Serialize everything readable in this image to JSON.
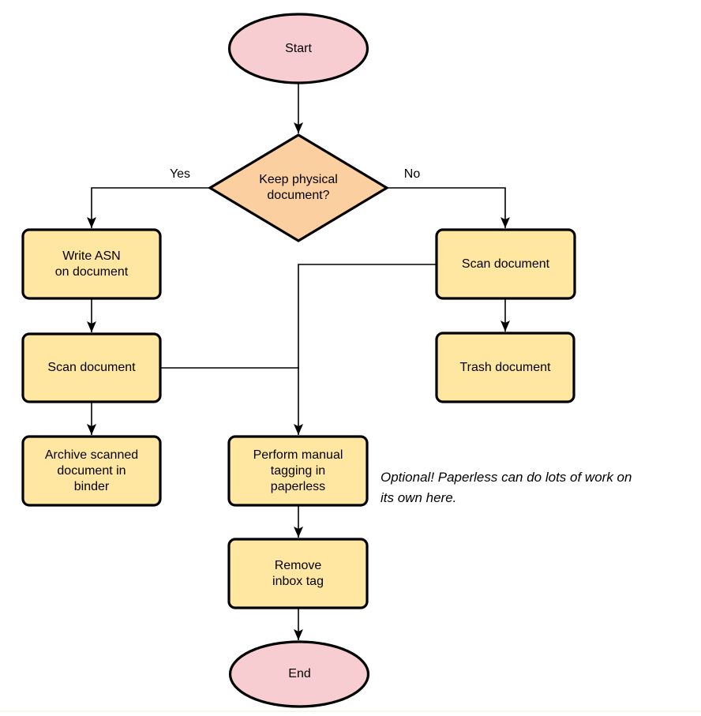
{
  "colors": {
    "canvas-bg": "#ffffff",
    "terminal-fill": "#f8cdd1",
    "decision-fill": "#fbcfa0",
    "process-fill": "#ffe6a1",
    "shape-stroke": "#000000",
    "edge-stroke": "#000000",
    "bottom-rule": "#f8f6ec"
  },
  "nodes": {
    "start": {
      "label": "Start",
      "type": "terminator"
    },
    "decision": {
      "label": "Keep physical\ndocument?",
      "type": "decision"
    },
    "write_asn": {
      "label": "Write ASN\non document",
      "type": "process"
    },
    "scan_left": {
      "label": "Scan document",
      "type": "process"
    },
    "archive": {
      "label": "Archive scanned\ndocument in\nbinder",
      "type": "process"
    },
    "scan_right": {
      "label": "Scan document",
      "type": "process"
    },
    "trash": {
      "label": "Trash document",
      "type": "process"
    },
    "tagging": {
      "label": "Perform manual\ntagging in\npaperless",
      "type": "process"
    },
    "remove_inbox": {
      "label": "Remove\ninbox tag",
      "type": "process"
    },
    "end": {
      "label": "End",
      "type": "terminator"
    }
  },
  "edges": {
    "yes_label": "Yes",
    "no_label": "No"
  },
  "note": "Optional! Paperless can do lots of work on\nits own here."
}
